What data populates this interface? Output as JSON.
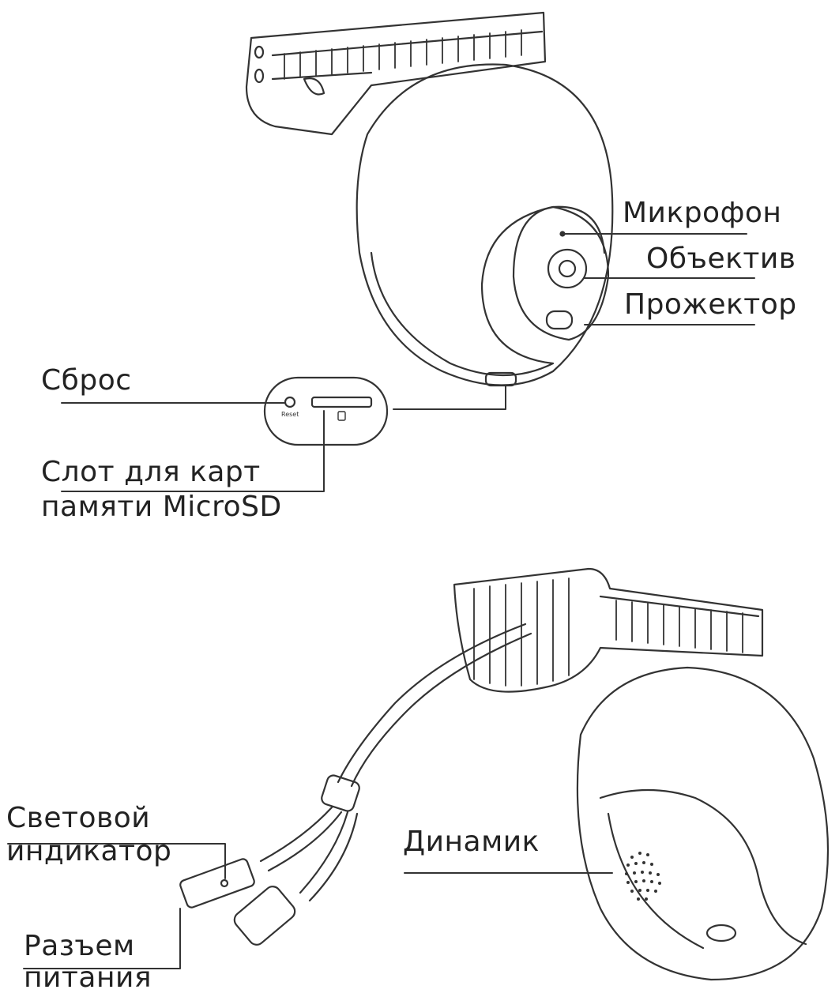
{
  "labels": {
    "microphone": "Микрофон",
    "lens": "Объектив",
    "spotlight": "Прожектор",
    "reset": "Сброс",
    "microsd_line1": "Слот для карт",
    "microsd_line2": "памяти MicroSD",
    "led_line1": "Световой",
    "led_line2": "индикатор",
    "speaker": "Динамик",
    "power_line1": "Разъем",
    "power_line2": "питания",
    "reset_button_text": "Reset"
  },
  "colors": {
    "stroke": "#333333",
    "text": "#222222",
    "background": "#ffffff"
  }
}
